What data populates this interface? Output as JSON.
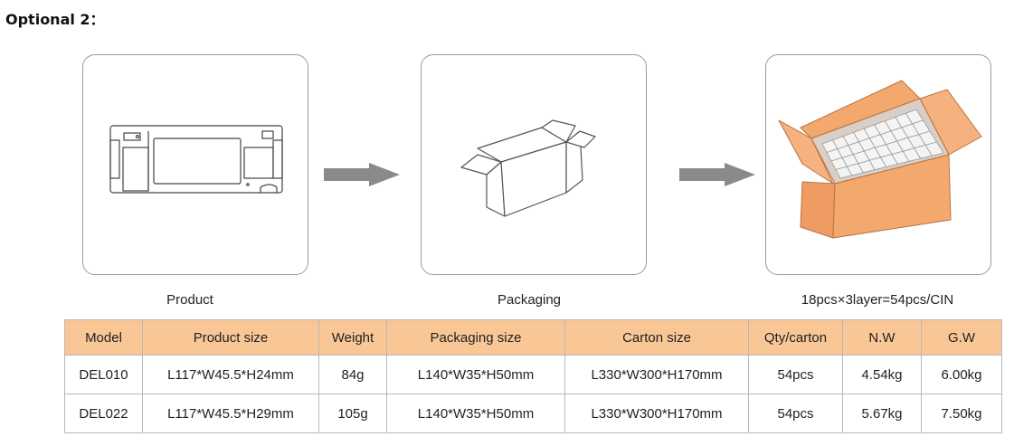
{
  "title": "Optional 2：",
  "steps": [
    {
      "icon": "product-driver-icon",
      "caption": "Product"
    },
    {
      "icon": "open-box-icon",
      "caption": "Packaging"
    },
    {
      "icon": "filled-carton-icon",
      "caption": "18pcs×3layer=54pcs/CIN"
    }
  ],
  "arrow_icon": "right-arrow-icon",
  "accent_color": "#f9c796",
  "carton_color": "#f3a86e",
  "table": {
    "headers": [
      "Model",
      "Product size",
      "Weight",
      "Packaging size",
      "Carton size",
      "Qty/carton",
      "N.W",
      "G.W"
    ],
    "rows": [
      [
        "DEL010",
        "L117*W45.5*H24mm",
        "84g",
        "L140*W35*H50mm",
        "L330*W300*H170mm",
        "54pcs",
        "4.54kg",
        "6.00kg"
      ],
      [
        "DEL022",
        "L117*W45.5*H29mm",
        "105g",
        "L140*W35*H50mm",
        "L330*W300*H170mm",
        "54pcs",
        "5.67kg",
        "7.50kg"
      ]
    ]
  }
}
